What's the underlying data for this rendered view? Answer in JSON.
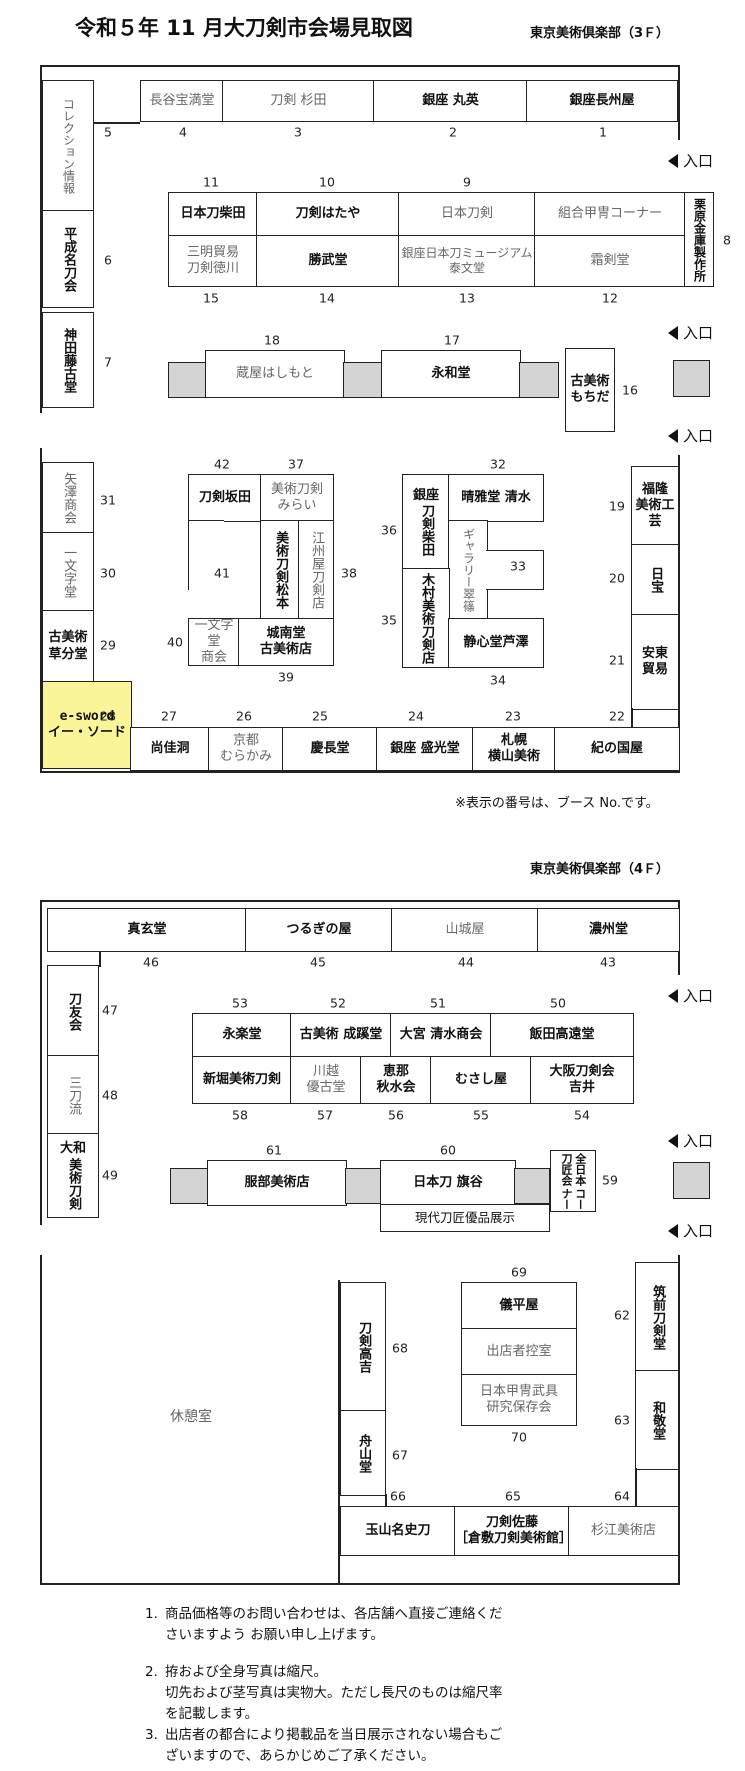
{
  "title": "令和５年 11 月大刀剣市会場見取図",
  "floor3": {
    "label": "東京美術倶楽部（3Ｆ）",
    "entrance": "入口",
    "note": "※表示の番号は、ブース No.です。",
    "booths": {
      "b1": "銀座長州屋",
      "b2": "銀座 丸英",
      "b3": "刀剣 杉田",
      "b4": "長谷宝満堂",
      "b5": "コレクション情報",
      "b6": "平成名刀会",
      "b7": "神田藤古堂",
      "b8": "栗原金庫製作所",
      "b9": "日本刀剣",
      "b10": "刀剣はたや",
      "b11": "日本刀柴田",
      "b12": "組合甲冑コーナー",
      "b12b": "霜剣堂",
      "b13a": "銀座日本刀ミュージアム",
      "b13b": "泰文堂",
      "b14": "勝武堂",
      "b15a": "三明貿易",
      "b15b": "刀剣徳川",
      "b16a": "古美術",
      "b16b": "もちだ",
      "b17": "永和堂",
      "b18": "蔵屋はしもと",
      "b19a": "福隆",
      "b19b": "美術工芸",
      "b20": "日宝",
      "b21a": "安東",
      "b21b": "貿易",
      "b22": "紀の国屋",
      "b23a": "札幌",
      "b23b": "横山美術",
      "b24": "銀座 盛光堂",
      "b25": "慶長堂",
      "b26a": "京都",
      "b26b": "むらかみ",
      "b27": "尚佳洞",
      "b28a": "e-sword",
      "b28b": "イー・ソード",
      "b29a": "古美術",
      "b29b": "草分堂",
      "b30": "一文字堂",
      "b31": "矢澤商会",
      "b32": "晴雅堂 清水",
      "b33": "ギャラリー翠篠",
      "b34": "静心堂芦澤",
      "b35a": "木村美術",
      "b35b": "刀剣店",
      "b36a": "銀座",
      "b36b": "刀剣柴田",
      "b37a": "美術刀剣",
      "b37b": "みらい",
      "b38": "江州屋刀剣店",
      "b39a": "城南堂",
      "b39b": "古美術店",
      "b40a": "一文字堂",
      "b40b": "商会",
      "b41a": "美術刀剣",
      "b41b": "松本",
      "b42": "刀剣坂田"
    },
    "numbers": [
      "1",
      "2",
      "3",
      "4",
      "5",
      "6",
      "7",
      "8",
      "9",
      "10",
      "11",
      "12",
      "13",
      "14",
      "15",
      "16",
      "17",
      "18",
      "19",
      "20",
      "21",
      "22",
      "23",
      "24",
      "25",
      "26",
      "27",
      "28",
      "29",
      "30",
      "31",
      "32",
      "33",
      "34",
      "35",
      "36",
      "37",
      "38",
      "39",
      "40",
      "41",
      "42"
    ]
  },
  "floor4": {
    "label": "東京美術倶楽部（4Ｆ）",
    "entrance": "入口",
    "booths": {
      "b43": "濃州堂",
      "b44": "山城屋",
      "b45": "つるぎの屋",
      "b46": "真玄堂",
      "b47": "刀友会",
      "b48": "三刀流",
      "b49a": "大和",
      "b49b": "美術刀剣",
      "b50": "飯田高遠堂",
      "b51": "大宮 清水商会",
      "b52": "古美術 成蹊堂",
      "b53": "永楽堂",
      "b54a": "大阪刀剣会",
      "b54b": "吉井",
      "b55": "むさし屋",
      "b56a": "恵那",
      "b56b": "秋水会",
      "b57a": "川越",
      "b57b": "優古堂",
      "b58": "新堀美術刀剣",
      "b59a": "全日本刀匠会",
      "b59b": "コーナー",
      "b60": "日本刀 旗谷",
      "b60sub": "現代刀匠優品展示",
      "b61": "服部美術店",
      "b62": "筑前刀剣堂",
      "b63": "和敬堂",
      "b64": "杉江美術店",
      "b65a": "刀剣佐藤",
      "b65b": "［倉敷刀剣美術館］",
      "b66": "玉山名史刀",
      "b67": "舟山堂",
      "b68a": "刀剣",
      "b68b": "高吉",
      "b69": "儀平屋",
      "b69b": "出店者控室",
      "b70a": "日本甲冑武具",
      "b70b": "研究保存会",
      "rest": "休憩室"
    },
    "numbers": [
      "43",
      "44",
      "45",
      "46",
      "47",
      "48",
      "49",
      "50",
      "51",
      "52",
      "53",
      "54",
      "55",
      "56",
      "57",
      "58",
      "59",
      "60",
      "61",
      "62",
      "63",
      "64",
      "65",
      "66",
      "67",
      "68",
      "69",
      "70"
    ]
  },
  "footnotes": [
    {
      "num": "1.",
      "lines": [
        "商品価格等のお問い合わせは、各店舗へ直接ご連絡くだ",
        "さいますよう お願い申し上げます。"
      ]
    },
    {
      "num": "2.",
      "lines": [
        "拵および全身写真は縮尺。",
        "切先および茎写真は実物大。ただし長尺のものは縮尺率",
        "を記載します。"
      ]
    },
    {
      "num": "3.",
      "lines": [
        "出店者の都合により掲載品を当日展示されない場合もご",
        "ざいますので、あらかじめご了承ください。"
      ]
    }
  ]
}
